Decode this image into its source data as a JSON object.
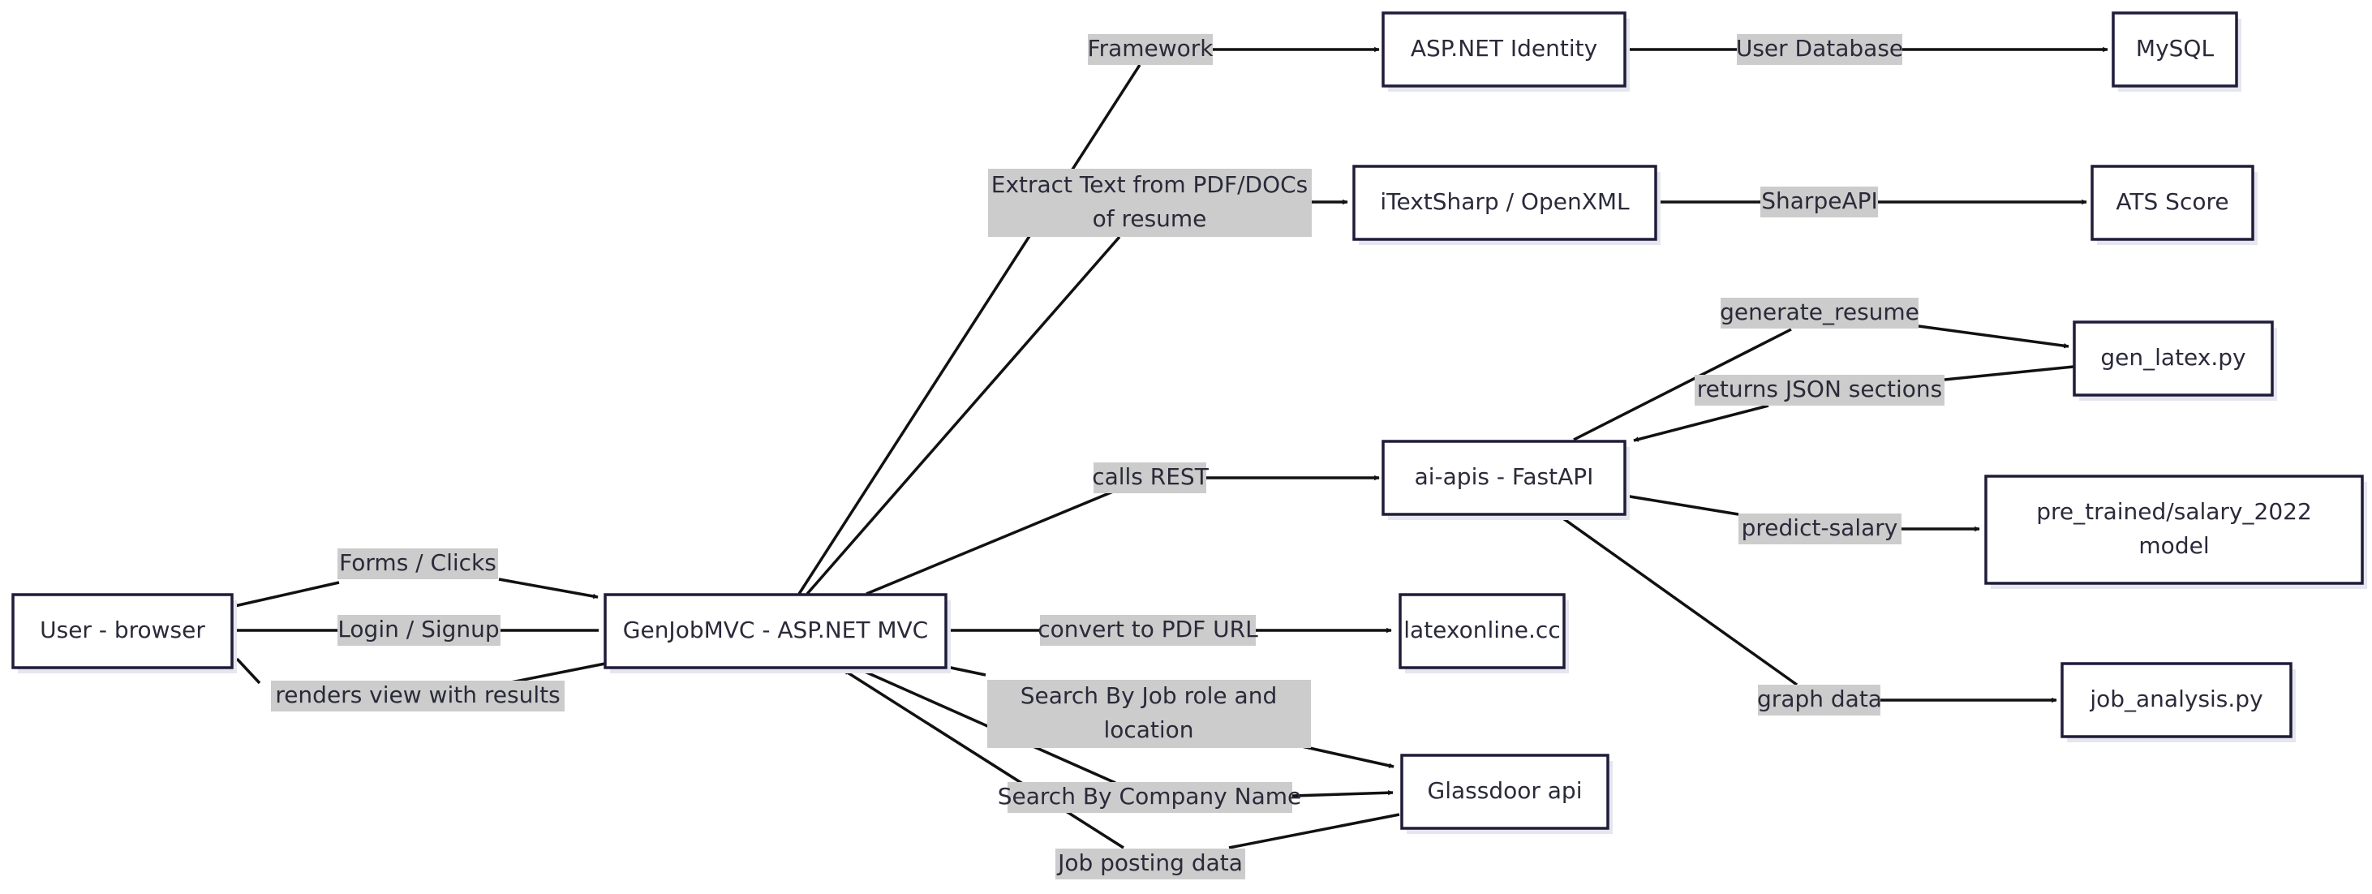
{
  "nodes": {
    "user": [
      "User - browser"
    ],
    "mvc": [
      "GenJobMVC - ASP.NET MVC"
    ],
    "identity": [
      "ASP.NET Identity"
    ],
    "mysql": [
      "MySQL"
    ],
    "itext": [
      "iTextSharp / OpenXML"
    ],
    "ats": [
      "ATS Score"
    ],
    "aiapis": [
      "ai-apis - FastAPI"
    ],
    "genlatex": [
      "gen_latex.py"
    ],
    "salary": [
      "pre_trained/salary_2022",
      "model"
    ],
    "jobanalysis": [
      "job_analysis.py"
    ],
    "latexonline": [
      "latexonline.cc"
    ],
    "glassdoor": [
      "Glassdoor api"
    ]
  },
  "edges": {
    "forms": [
      "Forms / Clicks"
    ],
    "login": [
      "Login / Signup"
    ],
    "renders": [
      "renders view with results"
    ],
    "framework": [
      "Framework"
    ],
    "userdb": [
      "User Database"
    ],
    "extract": [
      "Extract Text from PDF/DOCs",
      "of resume"
    ],
    "sharpe": [
      "SharpeAPI"
    ],
    "calls": [
      "calls REST"
    ],
    "genresume": [
      "generate_resume"
    ],
    "returns": [
      "returns JSON sections"
    ],
    "predict": [
      "predict-salary"
    ],
    "graph": [
      "graph data"
    ],
    "convert": [
      "convert to PDF URL"
    ],
    "searchrole": [
      "Search By Job role and",
      "location"
    ],
    "searchcompany": [
      "Search By Company Name"
    ],
    "jobposting": [
      "Job posting data"
    ]
  }
}
